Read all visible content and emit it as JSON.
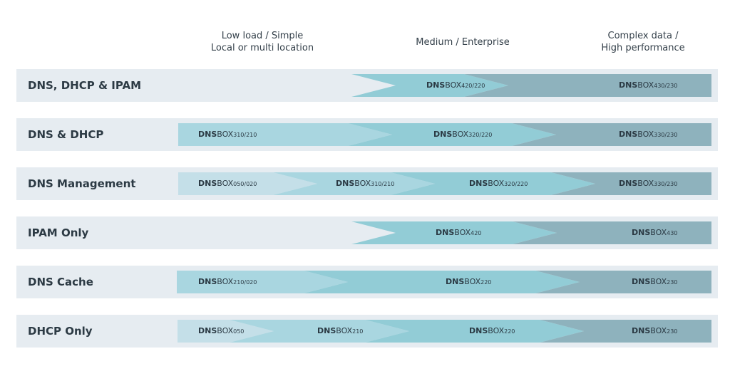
{
  "headers": {
    "low": [
      "Low load / Simple",
      "Local or multi location"
    ],
    "medium": [
      "Medium / Enterprise"
    ],
    "high": [
      "Complex data /",
      "High performance"
    ]
  },
  "colors": {
    "row_bg": "#e6ecf1",
    "tier1": "#c4dfe8",
    "tier2": "#a9d6e0",
    "tier3": "#92ccd6",
    "tier4": "#7fb8c4",
    "tier5": "#8eb2bd",
    "text": "#2c3a44"
  },
  "brand_prefix": "DNS",
  "brand_suffix": "BOX",
  "rows": [
    {
      "label": "DNS, DHCP & IPAM",
      "models": [
        {
          "ver": "420/220"
        },
        {
          "ver": "430/230"
        }
      ]
    },
    {
      "label": "DNS & DHCP",
      "models": [
        {
          "ver": "310/210"
        },
        {
          "ver": "320/220"
        },
        {
          "ver": "330/230"
        }
      ]
    },
    {
      "label": "DNS Management",
      "models": [
        {
          "ver": "050/020"
        },
        {
          "ver": "310/210"
        },
        {
          "ver": "320/220"
        },
        {
          "ver": "330/230"
        }
      ]
    },
    {
      "label": "IPAM Only",
      "models": [
        {
          "ver": "420"
        },
        {
          "ver": "430"
        }
      ]
    },
    {
      "label": "DNS Cache",
      "models": [
        {
          "ver": "210/020"
        },
        {
          "ver": "220"
        },
        {
          "ver": "230"
        }
      ]
    },
    {
      "label": "DHCP Only",
      "models": [
        {
          "ver": "050"
        },
        {
          "ver": "210"
        },
        {
          "ver": "220"
        },
        {
          "ver": "230"
        }
      ]
    }
  ]
}
